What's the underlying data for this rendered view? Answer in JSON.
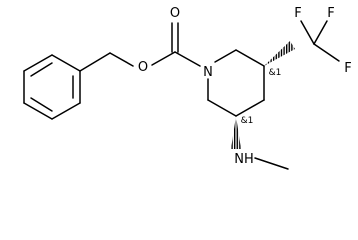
{
  "molecule": {
    "atoms": {
      "carbonyl_oxygen": "O",
      "ester_oxygen": "O",
      "ring_nitrogen": "N",
      "fluorine_top_left": "F",
      "fluorine_top_right": "F",
      "fluorine_right": "F",
      "amine": "NH"
    },
    "stereo_labels": {
      "c5": "&1",
      "c3": "&1"
    }
  },
  "colors": {
    "ink": "#000000",
    "background": "#ffffff"
  }
}
